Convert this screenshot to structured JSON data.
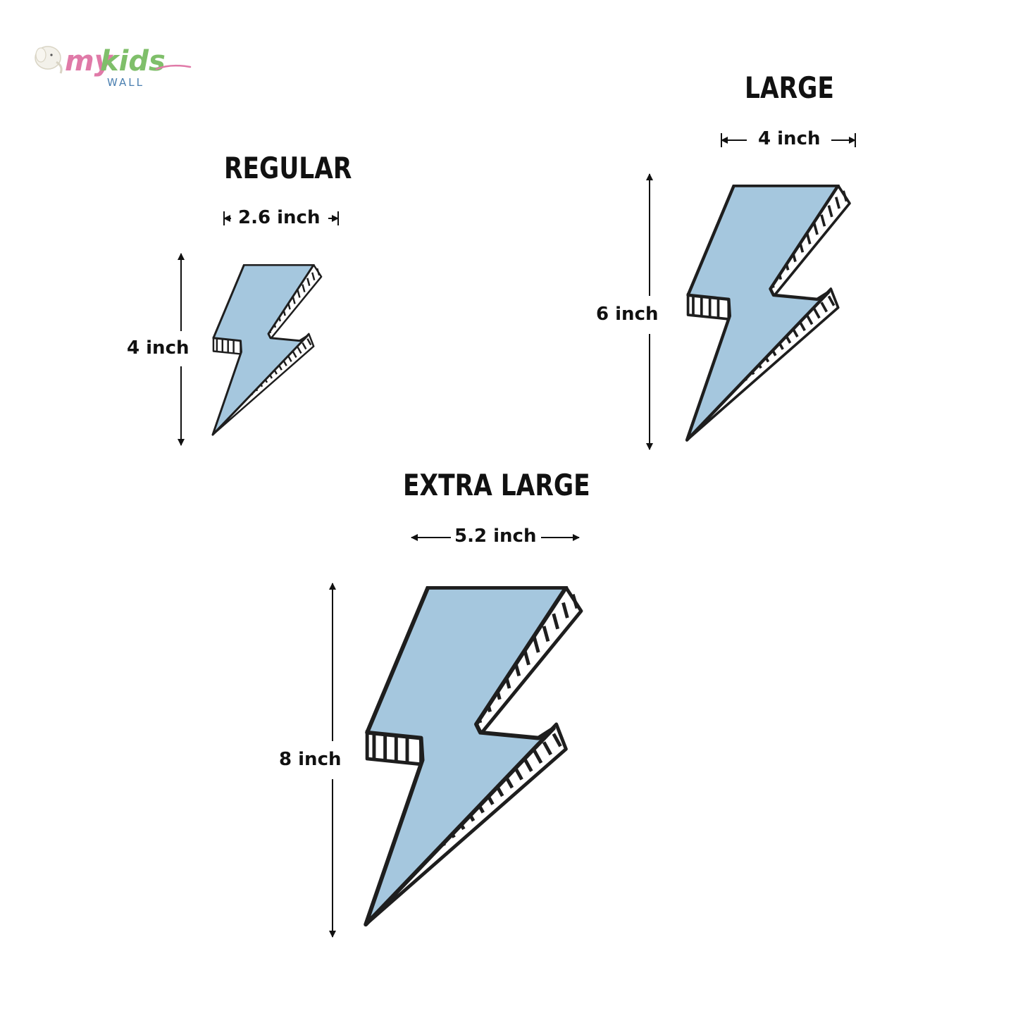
{
  "logo": {
    "word1": "my",
    "word2": "kids",
    "word3": "WALL"
  },
  "sizes": {
    "regular": {
      "title": "REGULAR",
      "width_label": "2.6 inch",
      "height_label": "4 inch"
    },
    "large": {
      "title": "LARGE",
      "width_label": "4 inch",
      "height_label": "6 inch"
    },
    "extra_large": {
      "title": "EXTRA LARGE",
      "width_label": "5.2 inch",
      "height_label": "8 inch"
    }
  },
  "colors": {
    "bolt_fill": "#a5c7de",
    "outline": "#1e1e1e",
    "text": "#111111"
  },
  "icons": {
    "bolt": "lightning-bolt-icon",
    "logo": "my-kids-wall-logo"
  }
}
